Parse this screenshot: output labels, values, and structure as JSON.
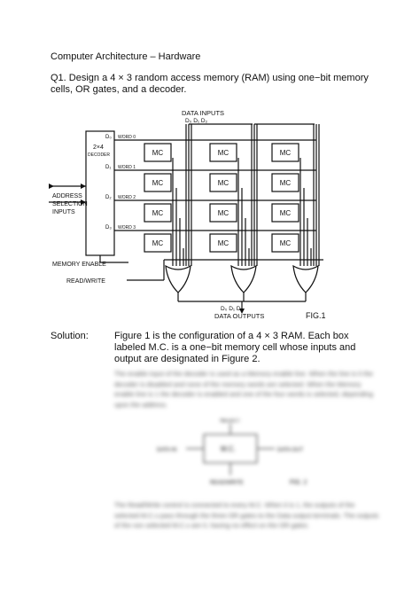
{
  "heading": "Computer Architecture – Hardware",
  "question": "Q1. Design a 4 × 3 random access memory (RAM) using one−bit memory cells, OR gates, and a decoder.",
  "figure1": {
    "data_inputs": "DATA INPUTS",
    "data_inputs_bits": "D₀ D₁ D₂",
    "decoder": "2×4",
    "decoder_sub": "DECODER",
    "outputs": [
      "D₀",
      "D₁",
      "D₂",
      "D₃"
    ],
    "words": [
      "WORD 0",
      "WORD 1",
      "WORD 2",
      "WORD 3"
    ],
    "cell_label": "MC",
    "address": [
      "ADDRESS",
      "SELECTION",
      "INPUTS"
    ],
    "memory_enable": "MEMORY ENABLE",
    "read_write": "READ/WRITE",
    "data_outputs": "DATA OUTPUTS",
    "data_outputs_bits": "D₀ D₁ D₂",
    "fig_label": "FIG.1"
  },
  "solution_label": "Solution:",
  "solution_text": "Figure 1 is the configuration of a 4 × 3 RAM. Each box labeled M.C. is a one−bit memory cell whose inputs and output are designated in Figure 2.",
  "blurred_para1": "The enable input of the decoder is used as a Memory enable line. When the line is 0 the decoder is disabled and none of the memory words are selected. When the Memory enable line is 1 the decoder is enabled and one of the four words is selected, depending upon the address.",
  "figure2": {
    "select": "SELECT",
    "data_in": "DATA IN",
    "cell": "M.C.",
    "data_out": "DATA OUT",
    "read_write": "READ/WRITE",
    "fig_label": "FIG. 2"
  },
  "blurred_para2": "The Read/Write control is connected to every M.C. When it is 1, the outputs of the selected M.C.s pass through the three OR gates to the Data output terminals. The outputs of the non selected M.C.s are 0, having no effect on the OR gates."
}
